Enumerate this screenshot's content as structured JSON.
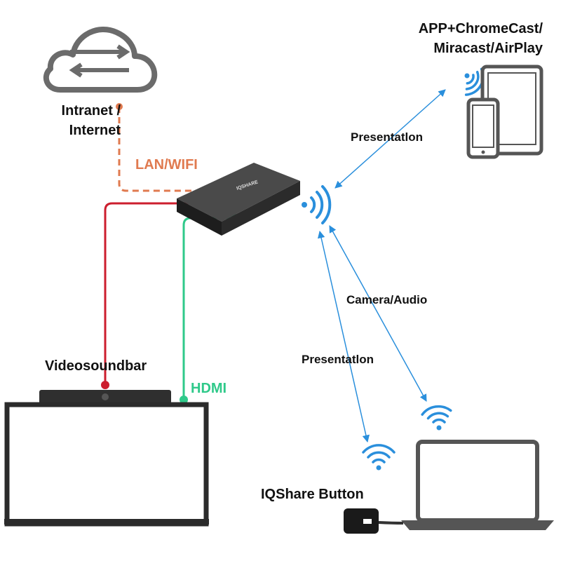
{
  "labels": {
    "cloud": "Intranet /\nInternet",
    "lan": "LAN/WIFI",
    "devices": "APP+ChromeCast/\nMiracast/AirPlay",
    "presentation_top": "Presentatlon",
    "camera_audio": "Camera/Audio",
    "presentation_mid": "Presentatlon",
    "videosoundbar": "Videosoundbar",
    "hdmi": "HDMI",
    "iqshare": "IQShare Button",
    "hub_brand": "IQSHARE"
  },
  "colors": {
    "lan_line": "#e07a4f",
    "video_line": "#cc1e2e",
    "hdmi_line": "#2fc98a",
    "wireless": "#2a8fdc",
    "device_frame": "#555555",
    "hub_body": "#2b2b2b"
  },
  "icons": [
    "cloud-icon",
    "wifi-icon",
    "tablet-icon",
    "phone-icon",
    "laptop-icon",
    "display-icon",
    "soundbar-icon",
    "hub-icon",
    "usb-dongle-icon"
  ]
}
